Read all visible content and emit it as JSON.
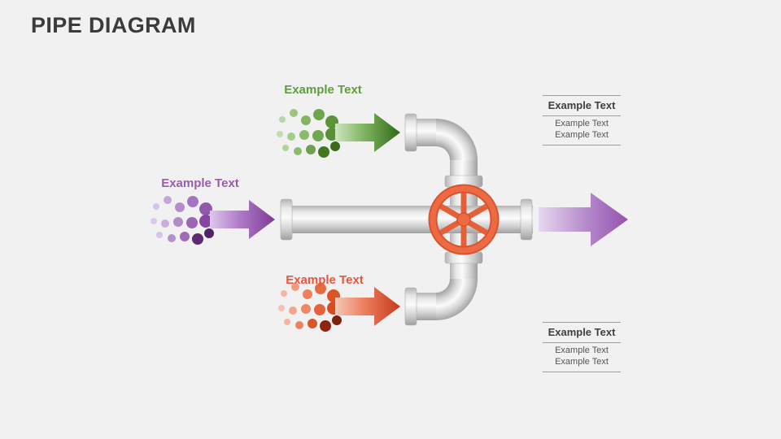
{
  "slide": {
    "title": "PIPE DIAGRAM"
  },
  "flows": {
    "green": {
      "label": "Example Text"
    },
    "purple": {
      "label": "Example Text"
    },
    "red": {
      "label": "Example Text"
    }
  },
  "right_blocks": {
    "top": {
      "heading": "Example Text",
      "line1": "Example Text",
      "line2": "Example Text"
    },
    "bottom": {
      "heading": "Example Text",
      "line1": "Example Text",
      "line2": "Example Text"
    }
  },
  "colors": {
    "background": "#f1f1f2",
    "title_text": "#3b3b3b",
    "green_accent": "#5f9e3e",
    "purple_accent": "#9a5bb0",
    "red_accent": "#e8573d",
    "output_arrow_purple": "#9452af",
    "valve_orange": "#ee6a42",
    "pipe_gray": "#d9d9d9"
  }
}
